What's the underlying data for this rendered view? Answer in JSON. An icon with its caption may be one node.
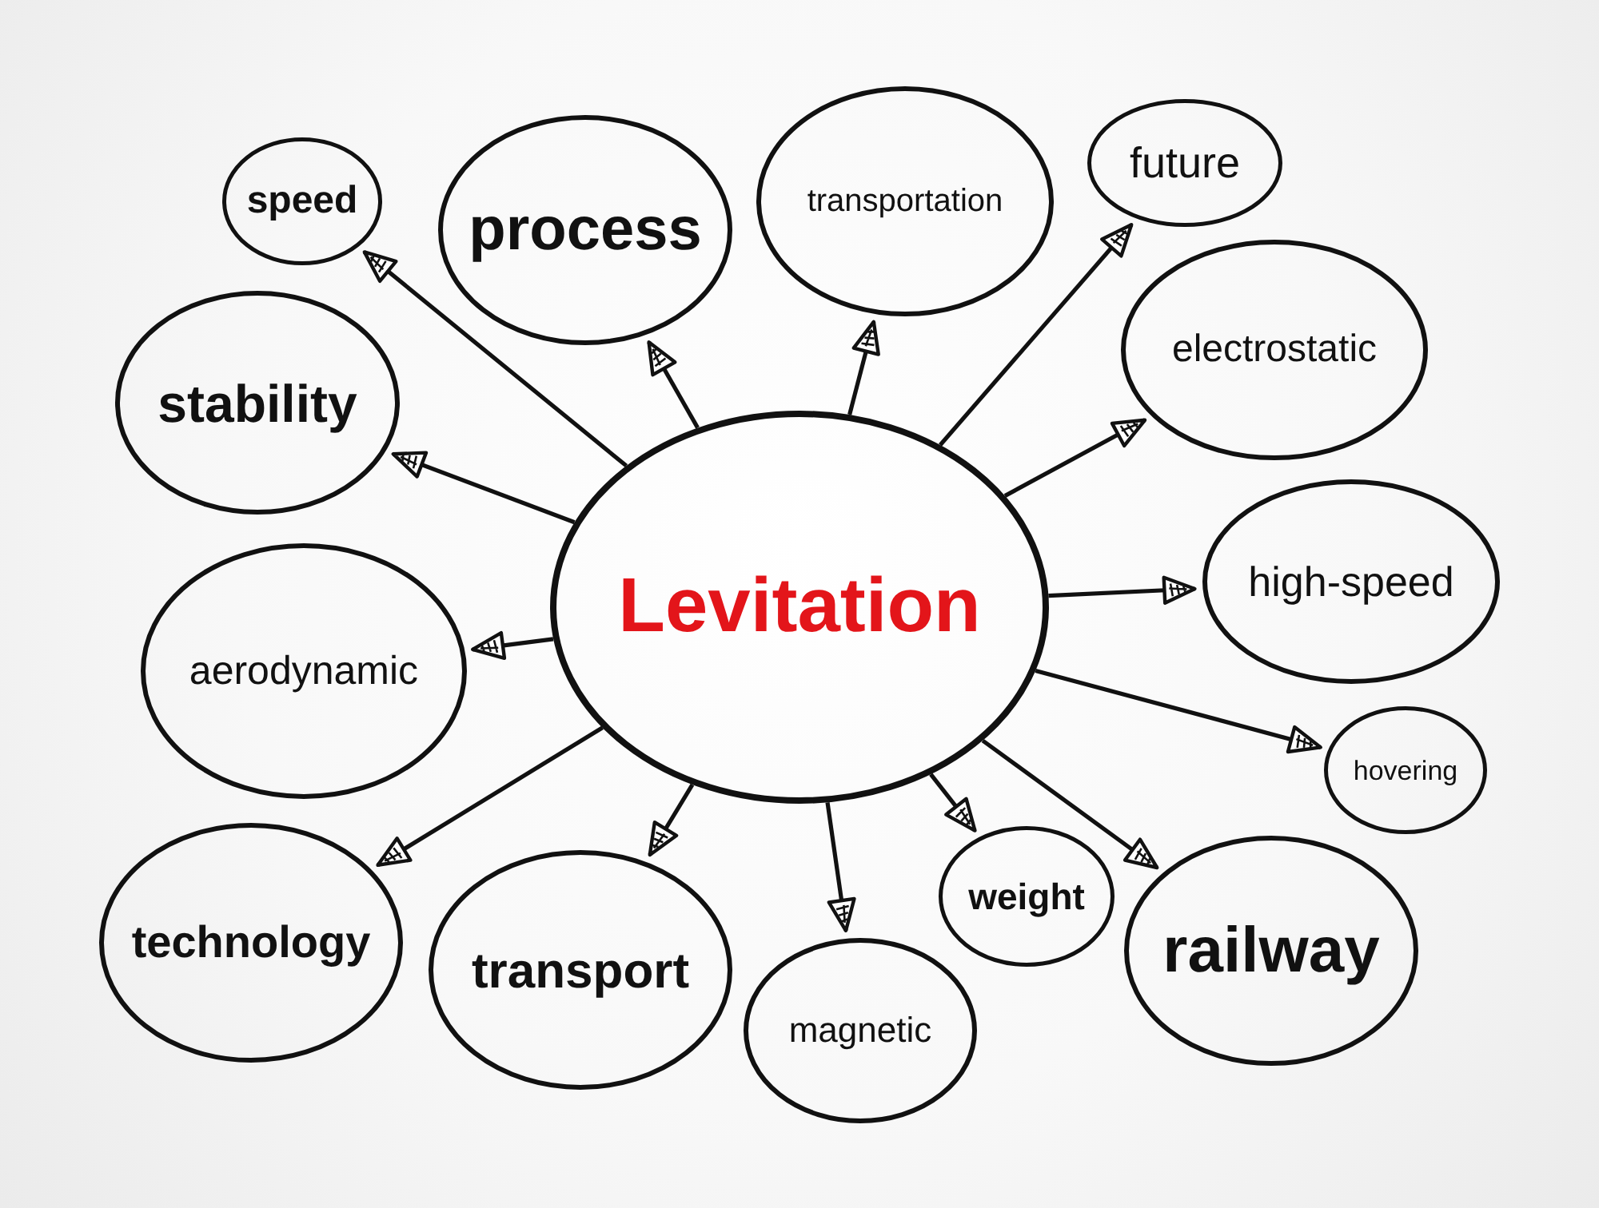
{
  "diagram": {
    "nodes": [
      {
        "text": [
          "Levitation"
        ]
      },
      {
        "text": [
          "speed"
        ]
      },
      {
        "text": [
          "process"
        ]
      },
      {
        "text": [
          "transportation"
        ]
      },
      {
        "text": [
          "future"
        ]
      },
      {
        "text": [
          "electrostatic"
        ]
      },
      {
        "text": [
          "high-speed"
        ]
      },
      {
        "text": [
          "hovering"
        ]
      },
      {
        "text": [
          "railway"
        ]
      },
      {
        "text": [
          "weight"
        ]
      },
      {
        "text": [
          "magnetic"
        ]
      },
      {
        "text": [
          "transport"
        ]
      },
      {
        "text": [
          "technology"
        ]
      },
      {
        "text": [
          "aerodynamic"
        ]
      },
      {
        "text": [
          "stability"
        ]
      }
    ],
    "edges": [
      {
        "from": 0,
        "to": 1,
        "arrow": "to"
      },
      {
        "from": 0,
        "to": 2,
        "arrow": "to"
      },
      {
        "from": 0,
        "to": 3,
        "arrow": "to"
      },
      {
        "from": 0,
        "to": 4,
        "arrow": "to"
      },
      {
        "from": 0,
        "to": 5,
        "arrow": "to"
      },
      {
        "from": 0,
        "to": 6,
        "arrow": "to"
      },
      {
        "from": 0,
        "to": 7,
        "arrow": "to"
      },
      {
        "from": 0,
        "to": 8,
        "arrow": "to"
      },
      {
        "from": 0,
        "to": 9,
        "arrow": "to"
      },
      {
        "from": 0,
        "to": 10,
        "arrow": "to"
      },
      {
        "from": 0,
        "to": 11,
        "arrow": "to"
      },
      {
        "from": 0,
        "to": 12,
        "arrow": "to"
      },
      {
        "from": 0,
        "to": 13,
        "arrow": "to"
      },
      {
        "from": 0,
        "to": 14,
        "arrow": "to"
      }
    ]
  }
}
